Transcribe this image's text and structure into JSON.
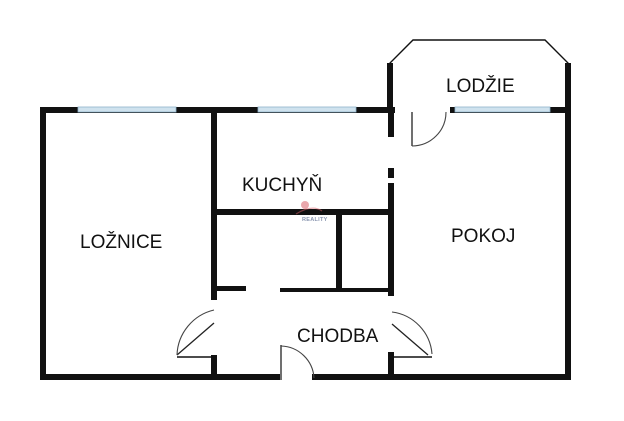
{
  "rooms": {
    "loznice": "LOŽNICE",
    "kuchyn": "KUCHYŇ",
    "pokoj": "POKOJ",
    "lodzie": "LODŽIE",
    "chodba": "CHODBA"
  },
  "watermark": {
    "text": "REALITY",
    "color": "#8a96b0",
    "accent": "#d9606a"
  },
  "colors": {
    "wall": "#111111",
    "window": "#cfe2ee",
    "background": "#ffffff"
  }
}
